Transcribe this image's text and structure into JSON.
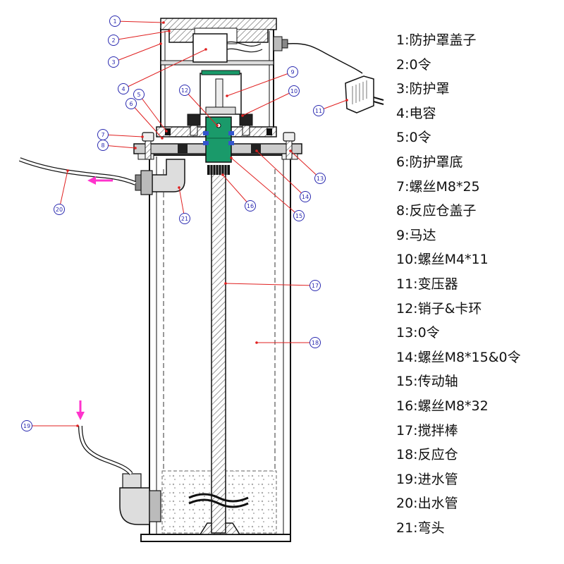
{
  "callouts": [
    "1",
    "2",
    "3",
    "4",
    "5",
    "6",
    "7",
    "8",
    "9",
    "10",
    "11",
    "12",
    "13",
    "14",
    "15",
    "16",
    "17",
    "18",
    "19",
    "20",
    "21"
  ],
  "legend": [
    "1:防护罩盖子",
    "2:0令",
    "3:防护罩",
    "4:电容",
    "5:0令",
    "6:防护罩底",
    "7:螺丝M8*25",
    "8:反应仓盖子",
    "9:马达",
    "10:螺丝M4*11",
    "11:变压器",
    "12:销子&卡环",
    "13:0令",
    "14:螺丝M8*15&0令",
    "15:传动轴",
    "16:螺丝M8*32",
    "17:搅拌棒",
    "18:反应仓",
    "19:进水管",
    "20:出水管",
    "21:弯头"
  ],
  "colors": {
    "leader": "#e02020",
    "callout_text": "#2a2ab0",
    "flow_arrow": "#ff33cc",
    "motor": "#1a9a6a"
  }
}
